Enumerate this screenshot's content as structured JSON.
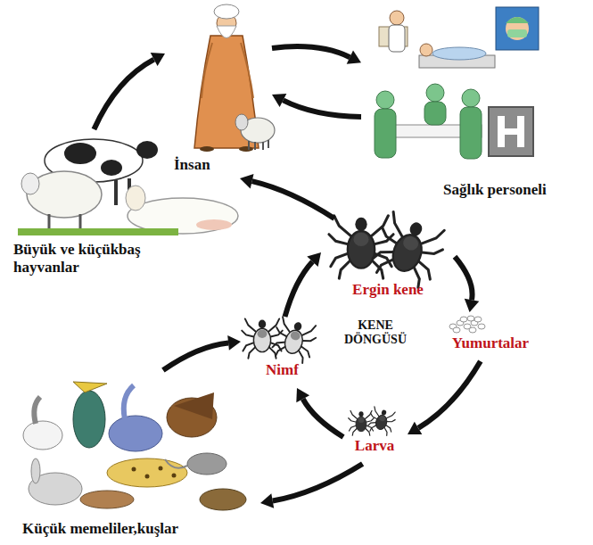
{
  "diagram": {
    "nodes": [
      {
        "text": [
          "İnsan"
        ]
      },
      {
        "text": [
          "Sağlık personeli"
        ]
      },
      {
        "text": [
          "Büyük ve küçükbaş hayvanlar"
        ]
      },
      {
        "text": [
          "Ergin kene"
        ]
      },
      {
        "text": [
          "Yumurtalar"
        ]
      },
      {
        "text": [
          "Larva"
        ]
      },
      {
        "text": [
          "Nimf"
        ]
      },
      {
        "text": [
          "Küçük memeliler,kuşlar"
        ]
      }
    ],
    "edges": [
      {
        "from": 2,
        "to": 0,
        "arrow": "to"
      },
      {
        "from": 0,
        "to": 1,
        "arrow": "to"
      },
      {
        "from": 1,
        "to": 0,
        "arrow": "to"
      },
      {
        "from": 3,
        "to": 0,
        "arrow": "to"
      },
      {
        "from": 3,
        "to": 4,
        "arrow": "to"
      },
      {
        "from": 4,
        "to": 5,
        "arrow": "to"
      },
      {
        "from": 5,
        "to": 6,
        "arrow": "to"
      },
      {
        "from": 6,
        "to": 3,
        "arrow": "to"
      },
      {
        "from": 5,
        "to": 7,
        "arrow": "to"
      },
      {
        "from": 7,
        "to": 6,
        "arrow": "to"
      }
    ],
    "labels": [
      "KENE DÖNGÜSÜ"
    ]
  }
}
